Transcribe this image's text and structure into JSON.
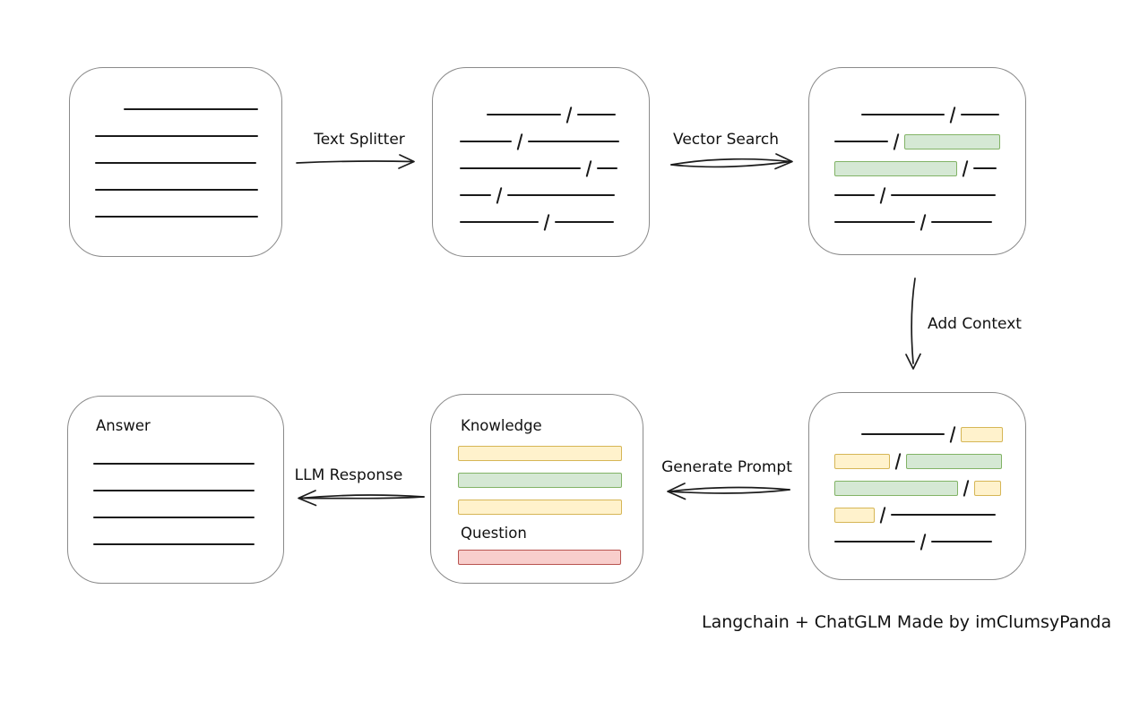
{
  "caption": "Langchain + ChatGLM Made by imClumsyPanda",
  "arrows": {
    "text_splitter": {
      "label": "Text Splitter",
      "direction": "right"
    },
    "vector_search": {
      "label": "Vector Search",
      "direction": "right"
    },
    "add_context": {
      "label": "Add Context",
      "direction": "down"
    },
    "generate_prompt": {
      "label": "Generate Prompt",
      "direction": "left"
    },
    "llm_response": {
      "label": "LLM Response",
      "direction": "left"
    }
  },
  "prompt_box": {
    "knowledge_label": "Knowledge",
    "question_label": "Question"
  },
  "answer_box": {
    "label": "Answer"
  },
  "colors": {
    "green_fill": "#d5e8d4",
    "green_stroke": "#82b366",
    "yellow_fill": "#fff2cc",
    "yellow_stroke": "#d6b656",
    "red_fill": "#f8cecc",
    "red_stroke": "#b85450",
    "box_border": "#8a8a8a",
    "line_color": "#1a1a1a",
    "text_color": "#111111"
  },
  "diagram": {
    "boxes": [
      {
        "id": "document-lines",
        "rows": [
          [
            {
              "t": "line",
              "w": 150,
              "ind": 32
            }
          ],
          [
            {
              "t": "line",
              "w": 182
            }
          ],
          [
            {
              "t": "line",
              "w": 180
            }
          ],
          [
            {
              "t": "line",
              "w": 182
            }
          ],
          [
            {
              "t": "line",
              "w": 182
            }
          ]
        ]
      },
      {
        "id": "split-chunks",
        "rows": [
          [
            {
              "t": "line",
              "w": 83,
              "ind": 30
            },
            {
              "t": "slash"
            },
            {
              "t": "line",
              "w": 43
            }
          ],
          [
            {
              "t": "line",
              "w": 58
            },
            {
              "t": "slash"
            },
            {
              "t": "line",
              "w": 102
            }
          ],
          [
            {
              "t": "line",
              "w": 135
            },
            {
              "t": "slash"
            },
            {
              "t": "line",
              "w": 23
            }
          ],
          [
            {
              "t": "line",
              "w": 35
            },
            {
              "t": "slash"
            },
            {
              "t": "line",
              "w": 120
            }
          ],
          [
            {
              "t": "line",
              "w": 88
            },
            {
              "t": "slash"
            },
            {
              "t": "line",
              "w": 66
            }
          ]
        ]
      },
      {
        "id": "search-chunks",
        "rows": [
          [
            {
              "t": "line",
              "w": 93,
              "ind": 30
            },
            {
              "t": "slash"
            },
            {
              "t": "line",
              "w": 43
            }
          ],
          [
            {
              "t": "line",
              "w": 60
            },
            {
              "t": "slash"
            },
            {
              "t": "chunk",
              "c": "green",
              "w": 107
            }
          ],
          [
            {
              "t": "chunk",
              "c": "green",
              "w": 137
            },
            {
              "t": "slash"
            },
            {
              "t": "line",
              "w": 26
            }
          ],
          [
            {
              "t": "line",
              "w": 45
            },
            {
              "t": "slash"
            },
            {
              "t": "line",
              "w": 117
            }
          ],
          [
            {
              "t": "line",
              "w": 90
            },
            {
              "t": "slash"
            },
            {
              "t": "line",
              "w": 68
            }
          ]
        ]
      },
      {
        "id": "context-chunks",
        "rows": [
          [
            {
              "t": "line",
              "w": 93,
              "ind": 30
            },
            {
              "t": "slash"
            },
            {
              "t": "chunk",
              "c": "yellow",
              "w": 47
            }
          ],
          [
            {
              "t": "chunk",
              "c": "yellow",
              "w": 62
            },
            {
              "t": "slash"
            },
            {
              "t": "chunk",
              "c": "green",
              "w": 107
            }
          ],
          [
            {
              "t": "chunk",
              "c": "green",
              "w": 138
            },
            {
              "t": "slash"
            },
            {
              "t": "chunk",
              "c": "yellow",
              "w": 30
            }
          ],
          [
            {
              "t": "chunk",
              "c": "yellow",
              "w": 45
            },
            {
              "t": "slash"
            },
            {
              "t": "line",
              "w": 117
            }
          ],
          [
            {
              "t": "line",
              "w": 90
            },
            {
              "t": "slash"
            },
            {
              "t": "line",
              "w": 68
            }
          ]
        ]
      },
      {
        "id": "knowledge-bars",
        "rows": [
          [
            {
              "t": "chunk",
              "c": "yellow",
              "w": 183
            }
          ],
          [
            {
              "t": "chunk",
              "c": "green",
              "w": 183
            }
          ],
          [
            {
              "t": "chunk",
              "c": "yellow",
              "w": 183
            }
          ]
        ]
      },
      {
        "id": "question-bar",
        "rows": [
          [
            {
              "t": "chunk",
              "c": "red",
              "w": 182
            }
          ]
        ]
      },
      {
        "id": "answer-lines",
        "rows": [
          [
            {
              "t": "line",
              "w": 180
            }
          ],
          [
            {
              "t": "line",
              "w": 180
            }
          ],
          [
            {
              "t": "line",
              "w": 180
            }
          ],
          [
            {
              "t": "line",
              "w": 180
            }
          ]
        ]
      }
    ]
  }
}
